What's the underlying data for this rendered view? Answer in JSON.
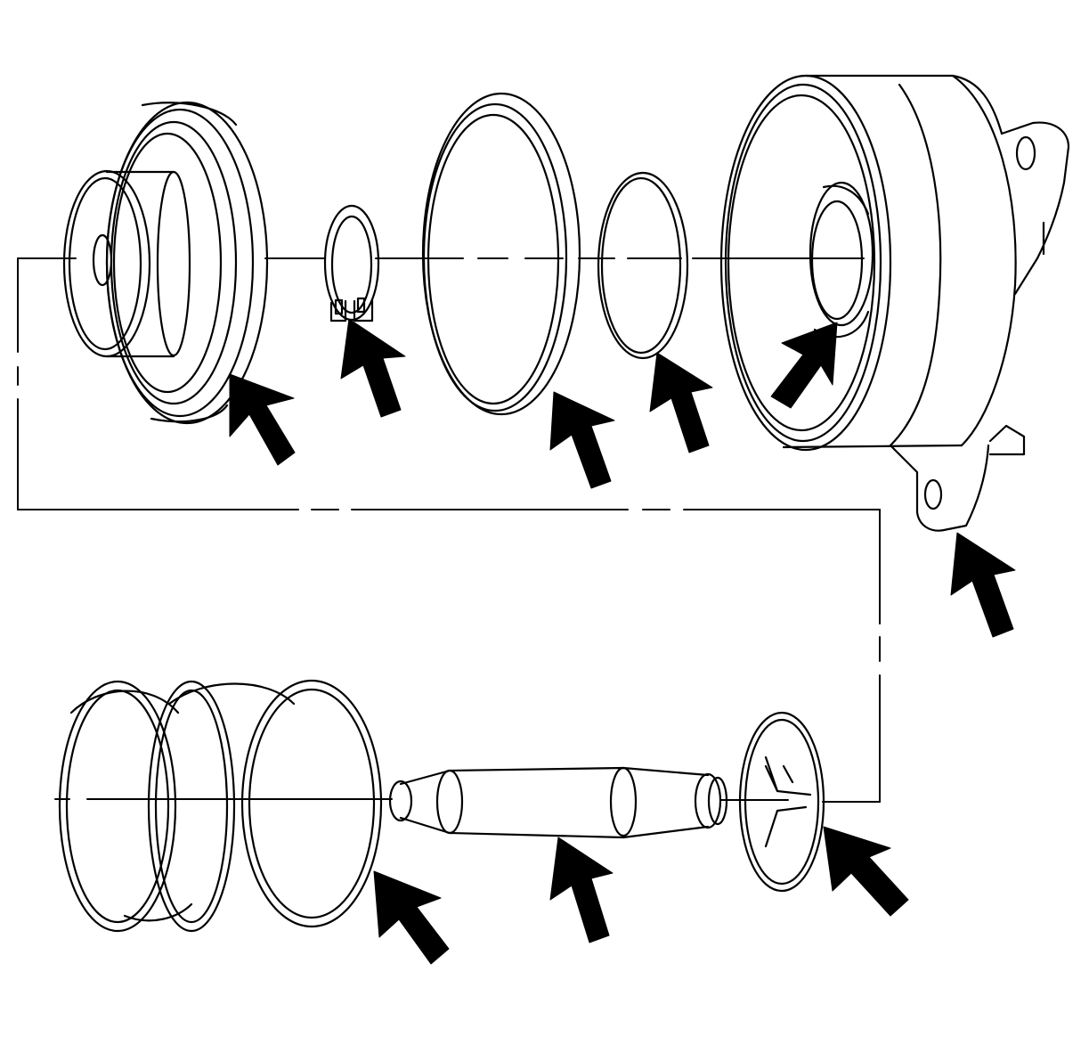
{
  "diagram": {
    "style": "exploded-view line drawing",
    "line_color": "#000000",
    "background": "#ffffff",
    "parts": [
      {
        "id": "piston",
        "callout": "arrow"
      },
      {
        "id": "snap-ring",
        "callout": "arrow"
      },
      {
        "id": "outer-seal",
        "callout": "arrow"
      },
      {
        "id": "inner-seal",
        "callout": "arrow"
      },
      {
        "id": "bore-seal",
        "callout": "arrow"
      },
      {
        "id": "housing",
        "callout": "arrow"
      },
      {
        "id": "spring",
        "callout": "arrow"
      },
      {
        "id": "pin",
        "callout": "arrow"
      },
      {
        "id": "retainer",
        "callout": "arrow"
      }
    ]
  }
}
